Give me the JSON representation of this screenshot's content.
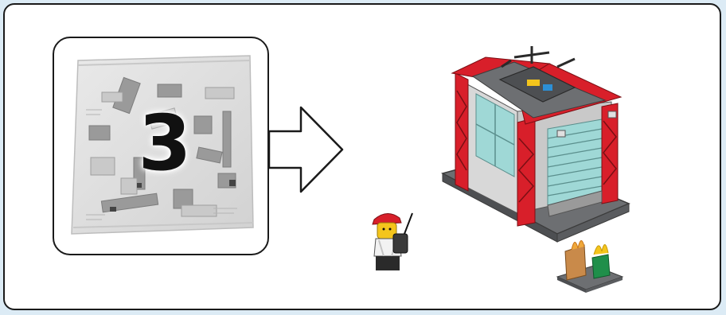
{
  "instruction_step": {
    "bag_number": "3"
  },
  "colors": {
    "background": "#dcebf5",
    "panel": "#ffffff",
    "border": "#1a1a1a",
    "brick_red": "#d81f2a",
    "brick_gray": "#6d6f72",
    "glass": "#9fd8d6"
  },
  "icons": {
    "bag": "parts-bag-icon",
    "arrow": "right-arrow-icon",
    "model": "fire-station-model",
    "minifigure": "firefighter-minifigure",
    "fire": "fire-plate-icon"
  }
}
